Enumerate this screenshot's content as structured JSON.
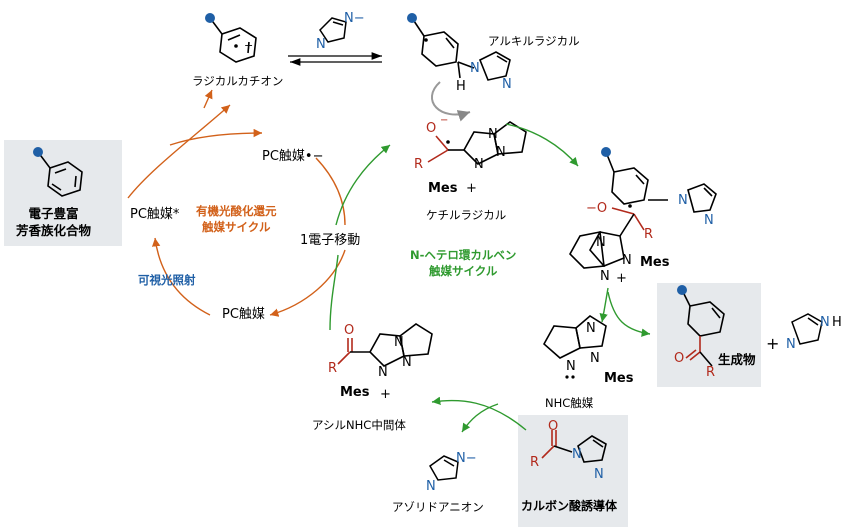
{
  "labels": {
    "radical_cation": "ラジカルカチオン",
    "alkyl_radical": "アルキルラジカル",
    "electron_rich_aromatic": "電子豊富\n芳香族化合物",
    "pc_radical_anion": "PC触媒•−",
    "pc_excited": "PC触媒*",
    "pc": "PC触媒",
    "redox_cycle": "有機光酸化還元\n触媒サイクル",
    "visible_light": "可視光照射",
    "set": "1電子移動",
    "ketyl_radical": "ケチルラジカル",
    "nhc_cycle": "N-ヘテロ環カルベン\n触媒サイクル",
    "product": "生成物",
    "nhc_catalyst": "NHC触媒",
    "acyl_nhc": "アシルNHC中間体",
    "azolide_anion": "アゾリドアニオン",
    "carboxylic_derivative": "カルボン酸誘導体"
  },
  "atoms": {
    "N": "N",
    "N_minus": "N−",
    "NH": "N",
    "H": "H",
    "O": "O",
    "O_minus": "−O",
    "R": "R",
    "Mes": "Mes",
    "plus": "+",
    "product_plus": "+"
  },
  "colors": {
    "photoredox": "#d2611a",
    "nhc": "#2f9a2f",
    "nitrogen": "#1f5fa6",
    "carbonyl": "#b22a1c",
    "box": "#e6e9ec",
    "dot": "#1f5fa6"
  }
}
